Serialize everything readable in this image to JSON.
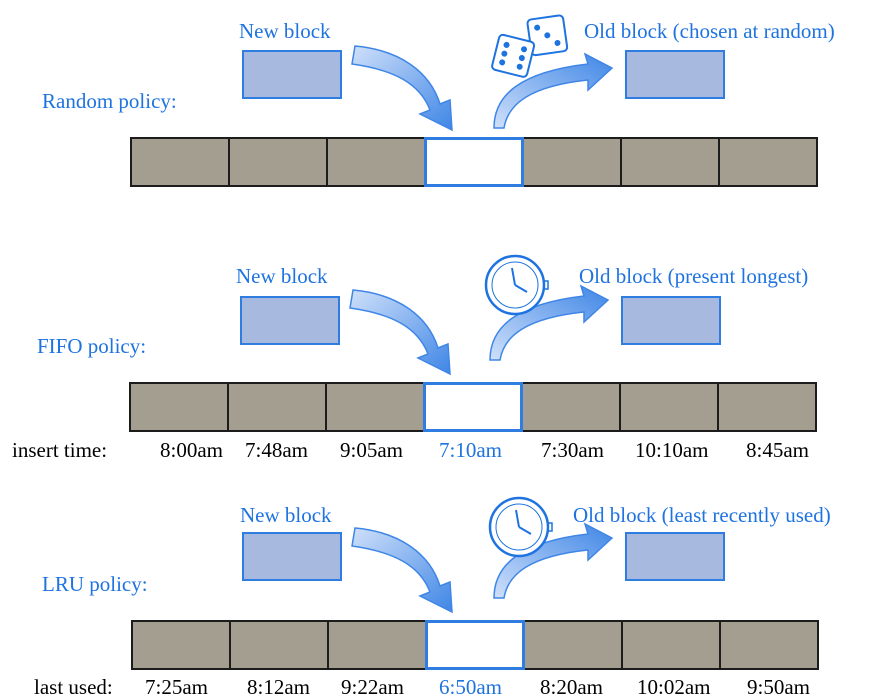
{
  "colors": {
    "accent": "#1e73e0",
    "new_block_fill": "#a7b9de",
    "cache_block_fill": "#a49e90",
    "evicted_block_fill": "#ffffff",
    "arrow": "#3f86e6"
  },
  "icons": {
    "random": "dice-icon",
    "fifo": "clock-icon",
    "lru": "clock-icon"
  },
  "sections": [
    {
      "policy_label": "Random policy:",
      "new_label": "New block",
      "old_label": "Old block (chosen at random)",
      "row_label": "",
      "values": [],
      "highlight_index": 3
    },
    {
      "policy_label": "FIFO policy:",
      "new_label": "New block",
      "old_label": "Old block (present longest)",
      "row_label": "insert time:",
      "values": [
        "8:00am",
        "7:48am",
        "9:05am",
        "7:10am",
        "7:30am",
        "10:10am",
        "8:45am"
      ],
      "highlight_index": 3
    },
    {
      "policy_label": "LRU policy:",
      "new_label": "New block",
      "old_label": "Old block (least recently used)",
      "row_label": "last used:",
      "values": [
        "7:25am",
        "8:12am",
        "9:22am",
        "6:50am",
        "8:20am",
        "10:02am",
        "9:50am"
      ],
      "highlight_index": 3
    }
  ]
}
